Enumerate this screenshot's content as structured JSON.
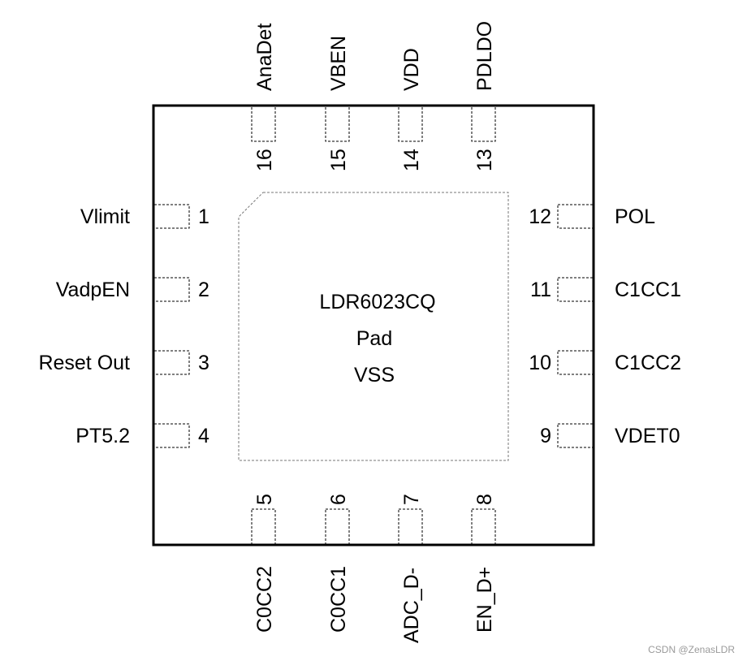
{
  "chip": {
    "part_number": "LDR6023CQ",
    "pad_label": "Pad",
    "pad_net": "VSS"
  },
  "pins": {
    "left": [
      {
        "number": "1",
        "name": "Vlimit"
      },
      {
        "number": "2",
        "name": "VadpEN"
      },
      {
        "number": "3",
        "name": "Reset Out"
      },
      {
        "number": "4",
        "name": "PT5.2"
      }
    ],
    "bottom": [
      {
        "number": "5",
        "name": "C0CC2"
      },
      {
        "number": "6",
        "name": "C0CC1"
      },
      {
        "number": "7",
        "name": "ADC_D-"
      },
      {
        "number": "8",
        "name": "EN_D+"
      }
    ],
    "right": [
      {
        "number": "9",
        "name": "VDET0"
      },
      {
        "number": "10",
        "name": "C1CC2"
      },
      {
        "number": "11",
        "name": "C1CC1"
      },
      {
        "number": "12",
        "name": "POL"
      }
    ],
    "top": [
      {
        "number": "13",
        "name": "PDLDO"
      },
      {
        "number": "14",
        "name": "VDD"
      },
      {
        "number": "15",
        "name": "VBEN"
      },
      {
        "number": "16",
        "name": "AnaDet"
      }
    ]
  },
  "watermark": "CSDN @ZenasLDR"
}
